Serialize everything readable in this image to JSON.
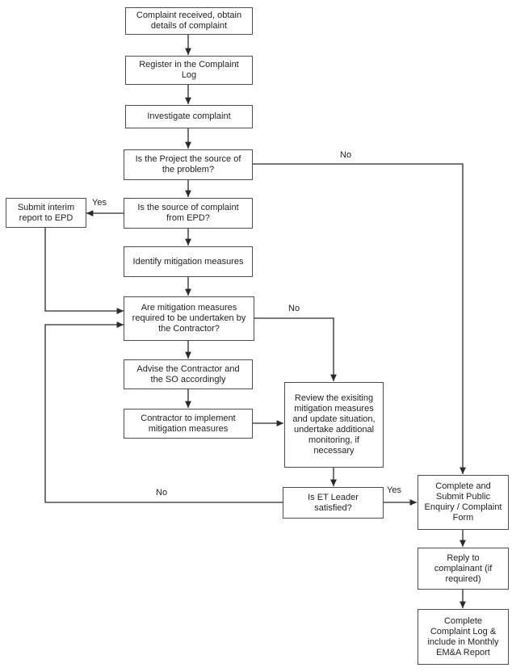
{
  "flowchart": {
    "nodes": {
      "complaint_received": "Complaint received, obtain\ndetails of complaint",
      "register_log": "Register in the Complaint\nLog",
      "investigate": "Investigate complaint",
      "project_source": "Is the Project the source of\nthe problem?",
      "source_epd": "Is the source of complaint\nfrom EPD?",
      "submit_interim": "Submit interim\nreport to EPD",
      "identify_measures": "Identify mitigation measures",
      "measures_required": "Are mitigation measures\nrequired to be undertaken by\nthe Contractor?",
      "advise_contractor": "Advise the Contractor and\nthe SO accordingly",
      "implement_measures": "Contractor to implement\nmitigation measures",
      "review_measures": "Review the exisiting\nmitigation measures\nand update situation,\nundertake additional\nmonitoring, if\nnecessary",
      "et_satisfied": "Is ET Leader\nsatisfied?",
      "complete_form": "Complete and\nSubmit Public\nEnquiry / Complaint\nForm",
      "reply_complainant": "Reply to\ncomplainant (if\nrequired)",
      "complete_log": "Complete\nComplaint Log &\ninclude in Monthly\nEM&A Report"
    },
    "edge_labels": {
      "project_source_no": "No",
      "source_epd_yes": "Yes",
      "measures_required_no": "No",
      "et_satisfied_no": "No",
      "et_satisfied_yes": "Yes"
    },
    "colors": {
      "line": "#2a2a2a",
      "box_border": "#4d4d4d",
      "text": "#1f1f1f",
      "background": "#ffffff"
    }
  }
}
